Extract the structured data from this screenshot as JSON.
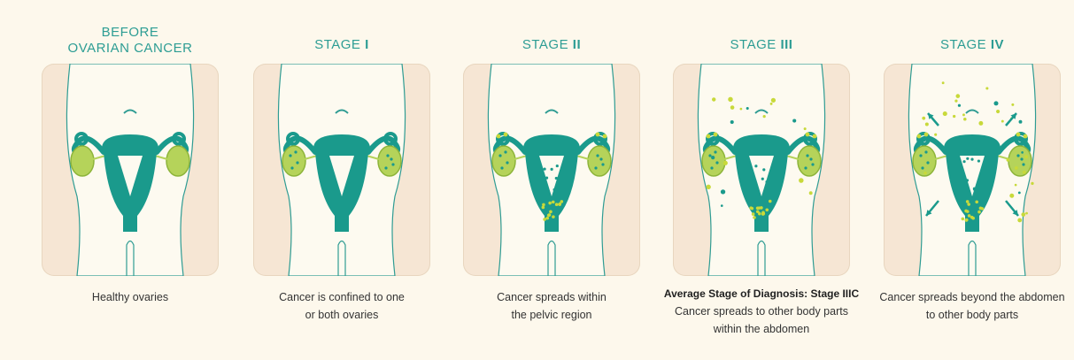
{
  "panels": [
    {
      "title_line1": "BEFORE",
      "title_line2": "OVARIAN CANCER",
      "title_roman": "",
      "caption_bold": "",
      "caption_line1": "Healthy ovaries",
      "caption_line2": "",
      "caption_line3": "",
      "stage": 0
    },
    {
      "title_line1": "",
      "title_line2": "STAGE",
      "title_roman": "I",
      "caption_bold": "",
      "caption_line1": "Cancer is confined to one",
      "caption_line2": "or both ovaries",
      "caption_line3": "",
      "stage": 1
    },
    {
      "title_line1": "",
      "title_line2": "STAGE",
      "title_roman": "II",
      "caption_bold": "",
      "caption_line1": "Cancer spreads within",
      "caption_line2": "the pelvic region",
      "caption_line3": "",
      "stage": 2
    },
    {
      "title_line1": "",
      "title_line2": "STAGE",
      "title_roman": "III",
      "caption_bold": "Average Stage of Diagnosis: Stage IIIC",
      "caption_line1": "Cancer spreads to other body parts",
      "caption_line2": "within the abdomen",
      "caption_line3": "",
      "stage": 3
    },
    {
      "title_line1": "",
      "title_line2": "STAGE",
      "title_roman": "IV",
      "caption_bold": "",
      "caption_line1": "Cancer spreads beyond the abdomen",
      "caption_line2": "to other body parts",
      "caption_line3": "",
      "stage": 4
    }
  ],
  "colors": {
    "uterus": "#1a9a8c",
    "ovary": "#b5d35a",
    "ovary_dark": "#8db43a",
    "cancer_dot": "#c8d93a",
    "body_fill": "#fdfaf0",
    "outline": "#2f9c93",
    "title": "#2d9d94"
  }
}
